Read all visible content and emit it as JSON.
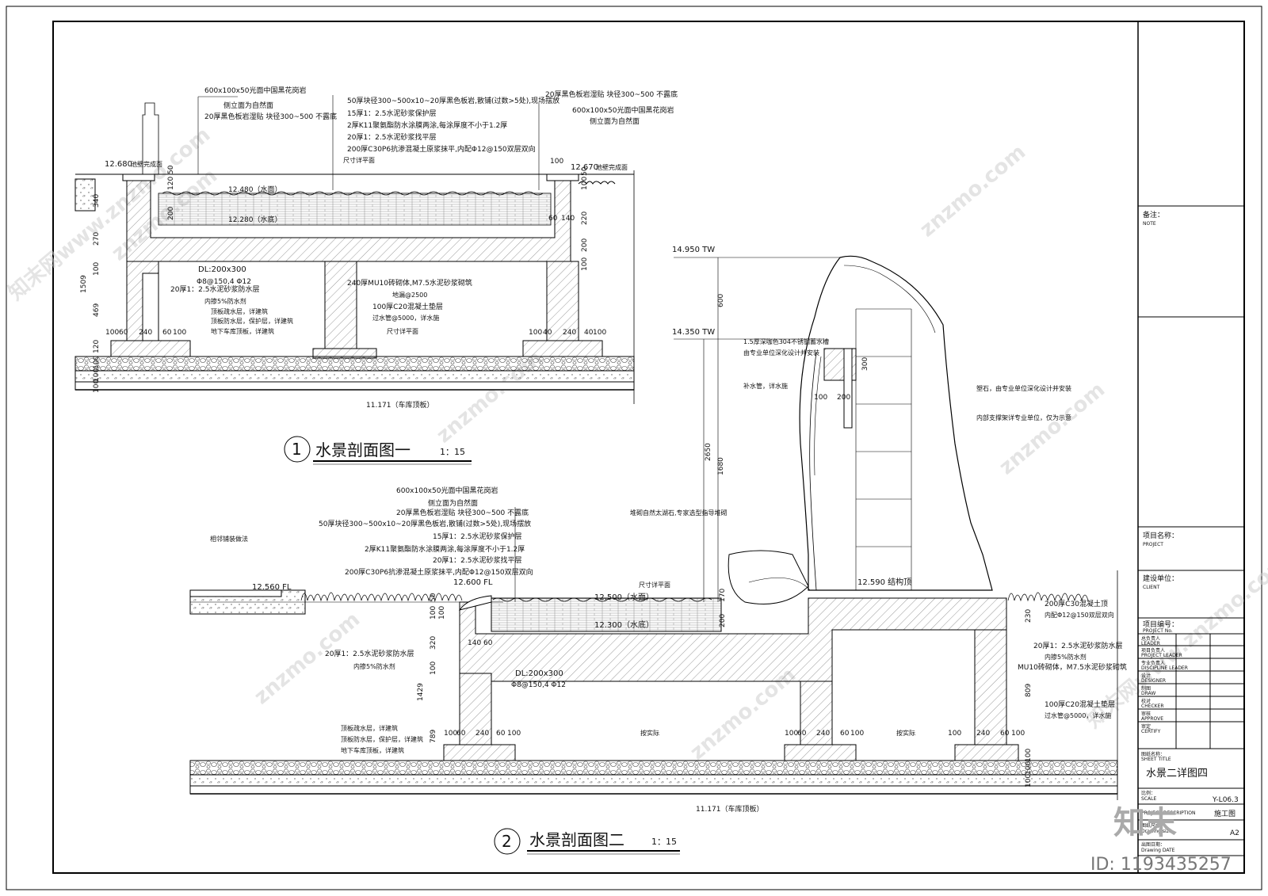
{
  "section1": {
    "title": "水景剖面图一",
    "number": "1",
    "scale": "1：15",
    "notes_top": [
      "600x100x50光面中国黑花岗岩",
      "侧立面为自然面",
      "20厚黑色板岩湿贴 块径300~500 不露底"
    ],
    "notes_mid": [
      "50厚块径300~500x10~20厚黑色板岩,散铺(过数>5处),现场摆放",
      "15厚1：2.5水泥砂浆保护层",
      "2厚K11聚氨酯防水涂膜两涂,每涂厚度不小于1.2厚",
      "20厚1：2.5水泥砂浆找平层",
      "200厚C30P6抗渗混凝土原浆抹平,内配Φ12@150双层双向"
    ],
    "notes_right": [
      "20厚黑色板岩湿贴 块径300~500 不露底",
      "600x100x50光面中国黑花岗岩",
      "侧立面为自然面"
    ],
    "elev_left": "12.680",
    "elev_left_note": "池壁完成面",
    "elev_right": "12.670",
    "elev_right_note": "池壁完成面",
    "water_surface": "12.480（水面）",
    "water_bottom": "12.280（水底）",
    "size_surface": "尺寸详平面",
    "size_surface2": "尺寸详平面",
    "beam": "DL:200x300",
    "beam_rebar": "Φ8@150,4 Φ12",
    "wall_notes": [
      "240厚MU10砖砌体,M7.5水泥砂浆砌筑",
      "地漏@2500",
      "100厚C20混凝土垫层",
      "过水管@5000，详水施"
    ],
    "left_notes": [
      "20厚1：2.5水泥砂浆防水层",
      "内掺5%防水剂",
      "顶板疏水层，详建筑",
      "顶板防水层，保护层，详建筑",
      "地下车库顶板，详建筑"
    ],
    "bottom_elev": "11.171（车库顶板）",
    "dims_bottom": [
      "100",
      "60",
      "240",
      "60",
      "100",
      "100",
      "40",
      "240",
      "40",
      "100"
    ],
    "dims_left": [
      "340",
      "270",
      "100",
      "469",
      "1509",
      "120",
      "100",
      "100",
      "100"
    ],
    "dims_top": [
      "120",
      "50",
      "200",
      "60",
      "140",
      "100",
      "50",
      "220",
      "200",
      "100"
    ],
    "dim_100": "100"
  },
  "section2": {
    "title": "水景剖面图二",
    "number": "2",
    "scale": "1：15",
    "elev_top1": "14.950 TW",
    "elev_top2": "14.350 TW",
    "elev_fl_left": "12.560 FL",
    "elev_fl_mid": "12.600 FL",
    "elev_struct": "12.590 结构顶",
    "water_surface": "12.500（水面）",
    "water_bottom": "12.300（水底）",
    "notes_left": [
      "600x100x50光面中国黑花岗岩",
      "侧立面为自然面",
      "20厚黑色板岩湿贴 块径300~500 不露底",
      "50厚块径300~500x10~20厚黑色板岩,散铺(过数>5处),现场摆放",
      "15厚1：2.5水泥砂浆保护层",
      "2厚K11聚氨酯防水涂膜两涂,每涂厚度不小于1.2厚",
      "20厚1：2.5水泥砂浆找平层",
      "200厚C30P6抗渗混凝土原浆抹平,内配Φ12@150双层双向"
    ],
    "paving_note": "相邻铺装做法",
    "waterslot_note": [
      "1.5厚深咖色304不锈钢蓄水槽",
      "由专业单位深化设计并安装"
    ],
    "pipe_note": "补水管，详水施",
    "rock_note": "塑石，由专业单位深化设计并安装",
    "frame_note": "内部支撑架详专业单位，仅为示意",
    "lake_note": "堆砌自然太湖石,专家选型指导堆砌",
    "size_surface": "尺寸详平面",
    "right_notes": [
      "200厚C30混凝土顶",
      "内配Φ12@150双层双向",
      "20厚1：2.5水泥砂浆防水层",
      "内掺5%防水剂",
      "MU10砖砌体，M7.5水泥砂浆砌筑",
      "100厚C20混凝土垫层",
      "过水管@5000，详水施"
    ],
    "left_notes": [
      "20厚1：2.5水泥砂浆防水层",
      "内掺5%防水剂",
      "顶板疏水层，详建筑",
      "顶板防水层，保护层，详建筑",
      "地下车库顶板，详建筑"
    ],
    "beam": "DL:200x300",
    "beam_rebar": "Φ8@150,4 Φ12",
    "per_site": "按实际",
    "per_site2": "按实际",
    "bottom_elev": "11.171（车库顶板）",
    "dims_rock": [
      "600",
      "2650",
      "1680",
      "300",
      "100",
      "200"
    ],
    "dims_left": [
      "100",
      "50",
      "100",
      "320",
      "100",
      "1429",
      "789"
    ],
    "dims_mid": [
      "140",
      "60",
      "170",
      "200"
    ],
    "dims_right": [
      "230",
      "809",
      "100",
      "100",
      "100"
    ],
    "dims_bottom": [
      "100",
      "60",
      "240",
      "60",
      "100",
      "100",
      "60",
      "240",
      "60",
      "100",
      "100",
      "240",
      "60",
      "100"
    ]
  },
  "title_block": {
    "note_cn": "备注：",
    "note_en": "NOTE",
    "project_cn": "项目名称：",
    "project_en": "PROJECT",
    "client_cn": "建设单位：",
    "client_en": "CLIENT",
    "project_no_cn": "项目编号：",
    "project_no_en": "PROJECT No.",
    "rows": [
      {
        "cn": "总负责人",
        "en": "LEADER"
      },
      {
        "cn": "项目负责人",
        "en": "PROJECT LEADER"
      },
      {
        "cn": "专业负责人",
        "en": "DISCIPLINE LEADER"
      },
      {
        "cn": "设计",
        "en": "DESIGNER"
      },
      {
        "cn": "制图",
        "en": "DRAW"
      },
      {
        "cn": "校对",
        "en": "CHECKER"
      },
      {
        "cn": "审核",
        "en": "APPROVE"
      },
      {
        "cn": "审定",
        "en": "CERTIFY"
      }
    ],
    "sheet_title_cn": "图纸名称：",
    "sheet_title_en": "SHEET TITLE",
    "sheet_title": "水景二详图四",
    "scale_cn": "比例：",
    "scale_en": "SCALE",
    "sheet_no": "Y-L06.3",
    "stage_en": "PROJECT DESCRIPTION",
    "stage_value": "施工图",
    "size_cn": "图纸尺寸：",
    "size_en": "Drawing size",
    "size_value": "A2",
    "date_cn": "出图日期：",
    "date_en": "Drawing DATE"
  },
  "watermark": {
    "text": "znzmo.com",
    "cn": "知末网www.znzmo.com",
    "logo": "知末",
    "id": "ID: 1193435257"
  }
}
